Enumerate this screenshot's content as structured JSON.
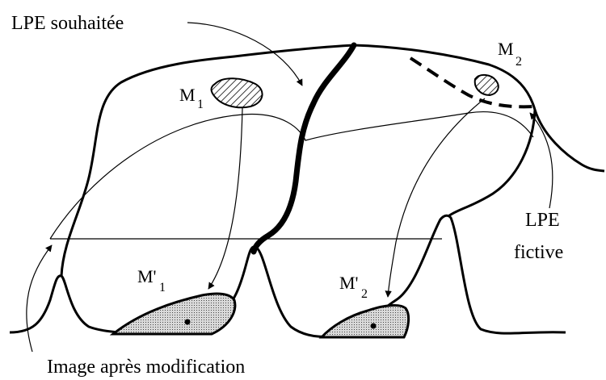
{
  "labels": {
    "lpe_souhaitee": "LPE souhaitée",
    "m1": "M",
    "m1_sub": "1",
    "m2": "M",
    "m2_sub": "2",
    "m1_prime": "M'",
    "m1_prime_sub": "1",
    "m2_prime": "M'",
    "m2_prime_sub": "2",
    "lpe_fictive_line1": "LPE",
    "lpe_fictive_line2": "fictive",
    "image_apres_modification": "Image après modification"
  },
  "colors": {
    "stroke": "#000000",
    "background": "#ffffff",
    "stipple_fill": "#d9d9d9"
  }
}
